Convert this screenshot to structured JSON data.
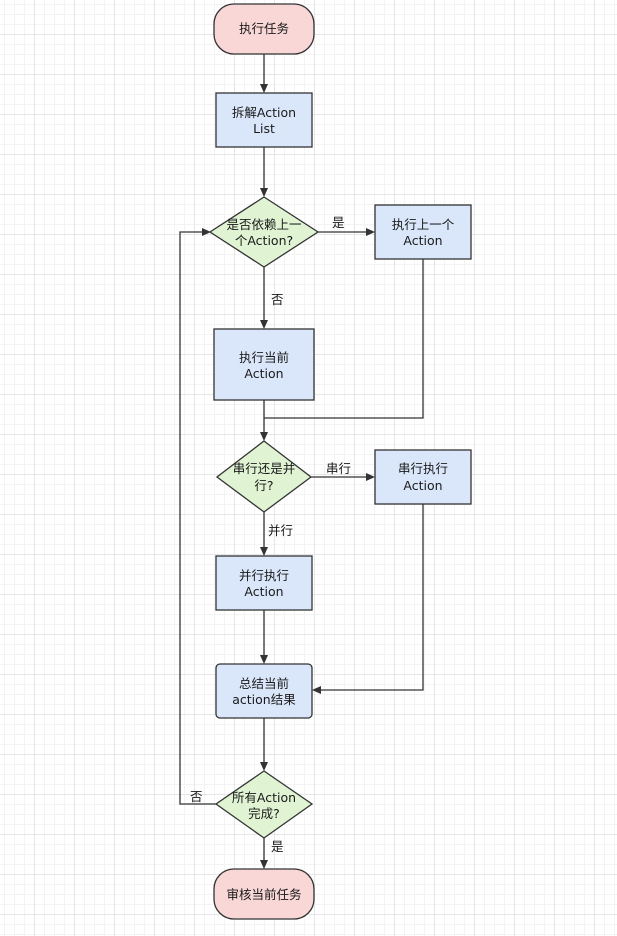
{
  "nodes": {
    "start": {
      "lines": [
        "执行任务"
      ]
    },
    "split_list": {
      "lines": [
        "拆解Action",
        "List"
      ]
    },
    "depends_prev": {
      "lines": [
        "是否依赖上一",
        "个Action?"
      ]
    },
    "exec_prev": {
      "lines": [
        "执行上一个",
        "Action"
      ]
    },
    "exec_current": {
      "lines": [
        "执行当前",
        "Action"
      ]
    },
    "serial_parallel": {
      "lines": [
        "串行还是并",
        "行?"
      ]
    },
    "serial_exec": {
      "lines": [
        "串行执行",
        "Action"
      ]
    },
    "parallel_exec": {
      "lines": [
        "并行执行",
        "Action"
      ]
    },
    "summarize": {
      "lines": [
        "总结当前",
        "action结果"
      ]
    },
    "all_done": {
      "lines": [
        "所有Action",
        "完成?"
      ]
    },
    "end": {
      "lines": [
        "审核当前任务"
      ]
    }
  },
  "edge_labels": {
    "depends_yes": "是",
    "depends_no": "否",
    "serial": "串行",
    "parallel": "并行",
    "all_done_no": "否",
    "all_done_yes": "是"
  },
  "colors": {
    "terminal_fill": "#f8d7d6",
    "process_fill": "#dae7fb",
    "decision_fill": "#e0f4d4",
    "stroke": "#333333"
  }
}
